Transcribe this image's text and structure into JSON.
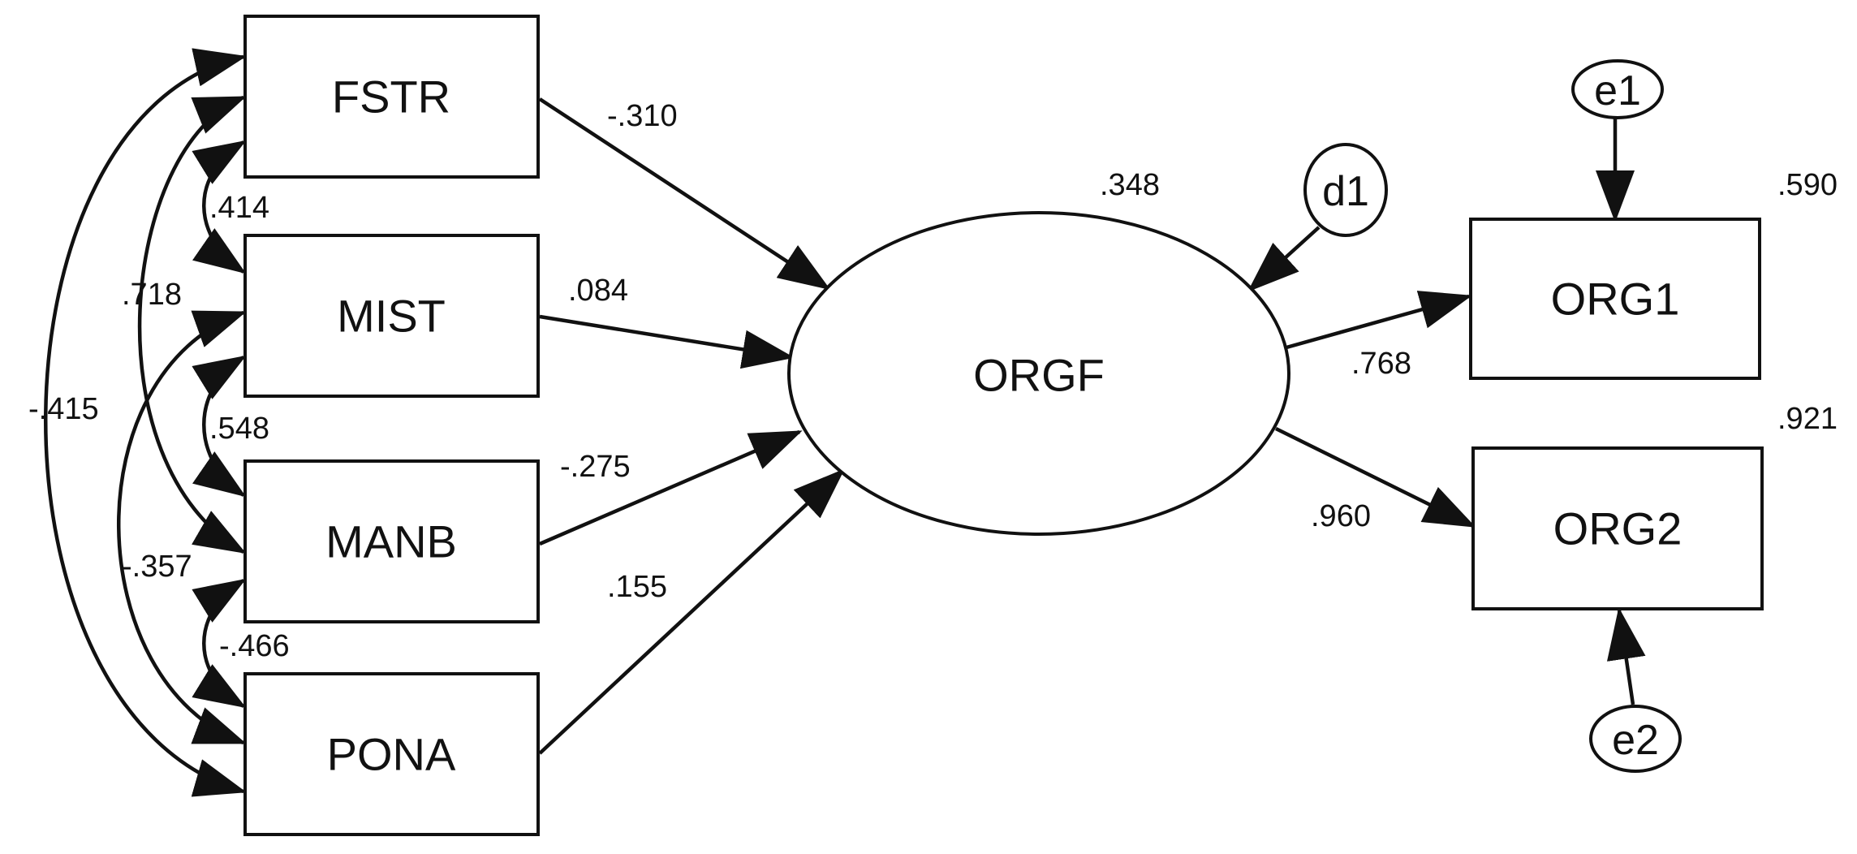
{
  "nodes": {
    "fstr": "FSTR",
    "mist": "MIST",
    "manb": "MANB",
    "pona": "PONA",
    "orgf": "ORGF",
    "org1": "ORG1",
    "org2": "ORG2",
    "d1": "d1",
    "e1": "e1",
    "e2": "e2"
  },
  "paths": {
    "fstr_orgf": "-.310",
    "mist_orgf": ".084",
    "manb_orgf": "-.275",
    "pona_orgf": ".155",
    "orgf_org1": ".768",
    "orgf_org2": ".960"
  },
  "covariances": {
    "fstr_mist": ".414",
    "fstr_manb": ".718",
    "fstr_pona": "-.415",
    "mist_manb": ".548",
    "mist_pona": "-.357",
    "manb_pona": "-.466"
  },
  "r_squared": {
    "orgf": ".348",
    "org1": ".590",
    "org2": ".921"
  }
}
